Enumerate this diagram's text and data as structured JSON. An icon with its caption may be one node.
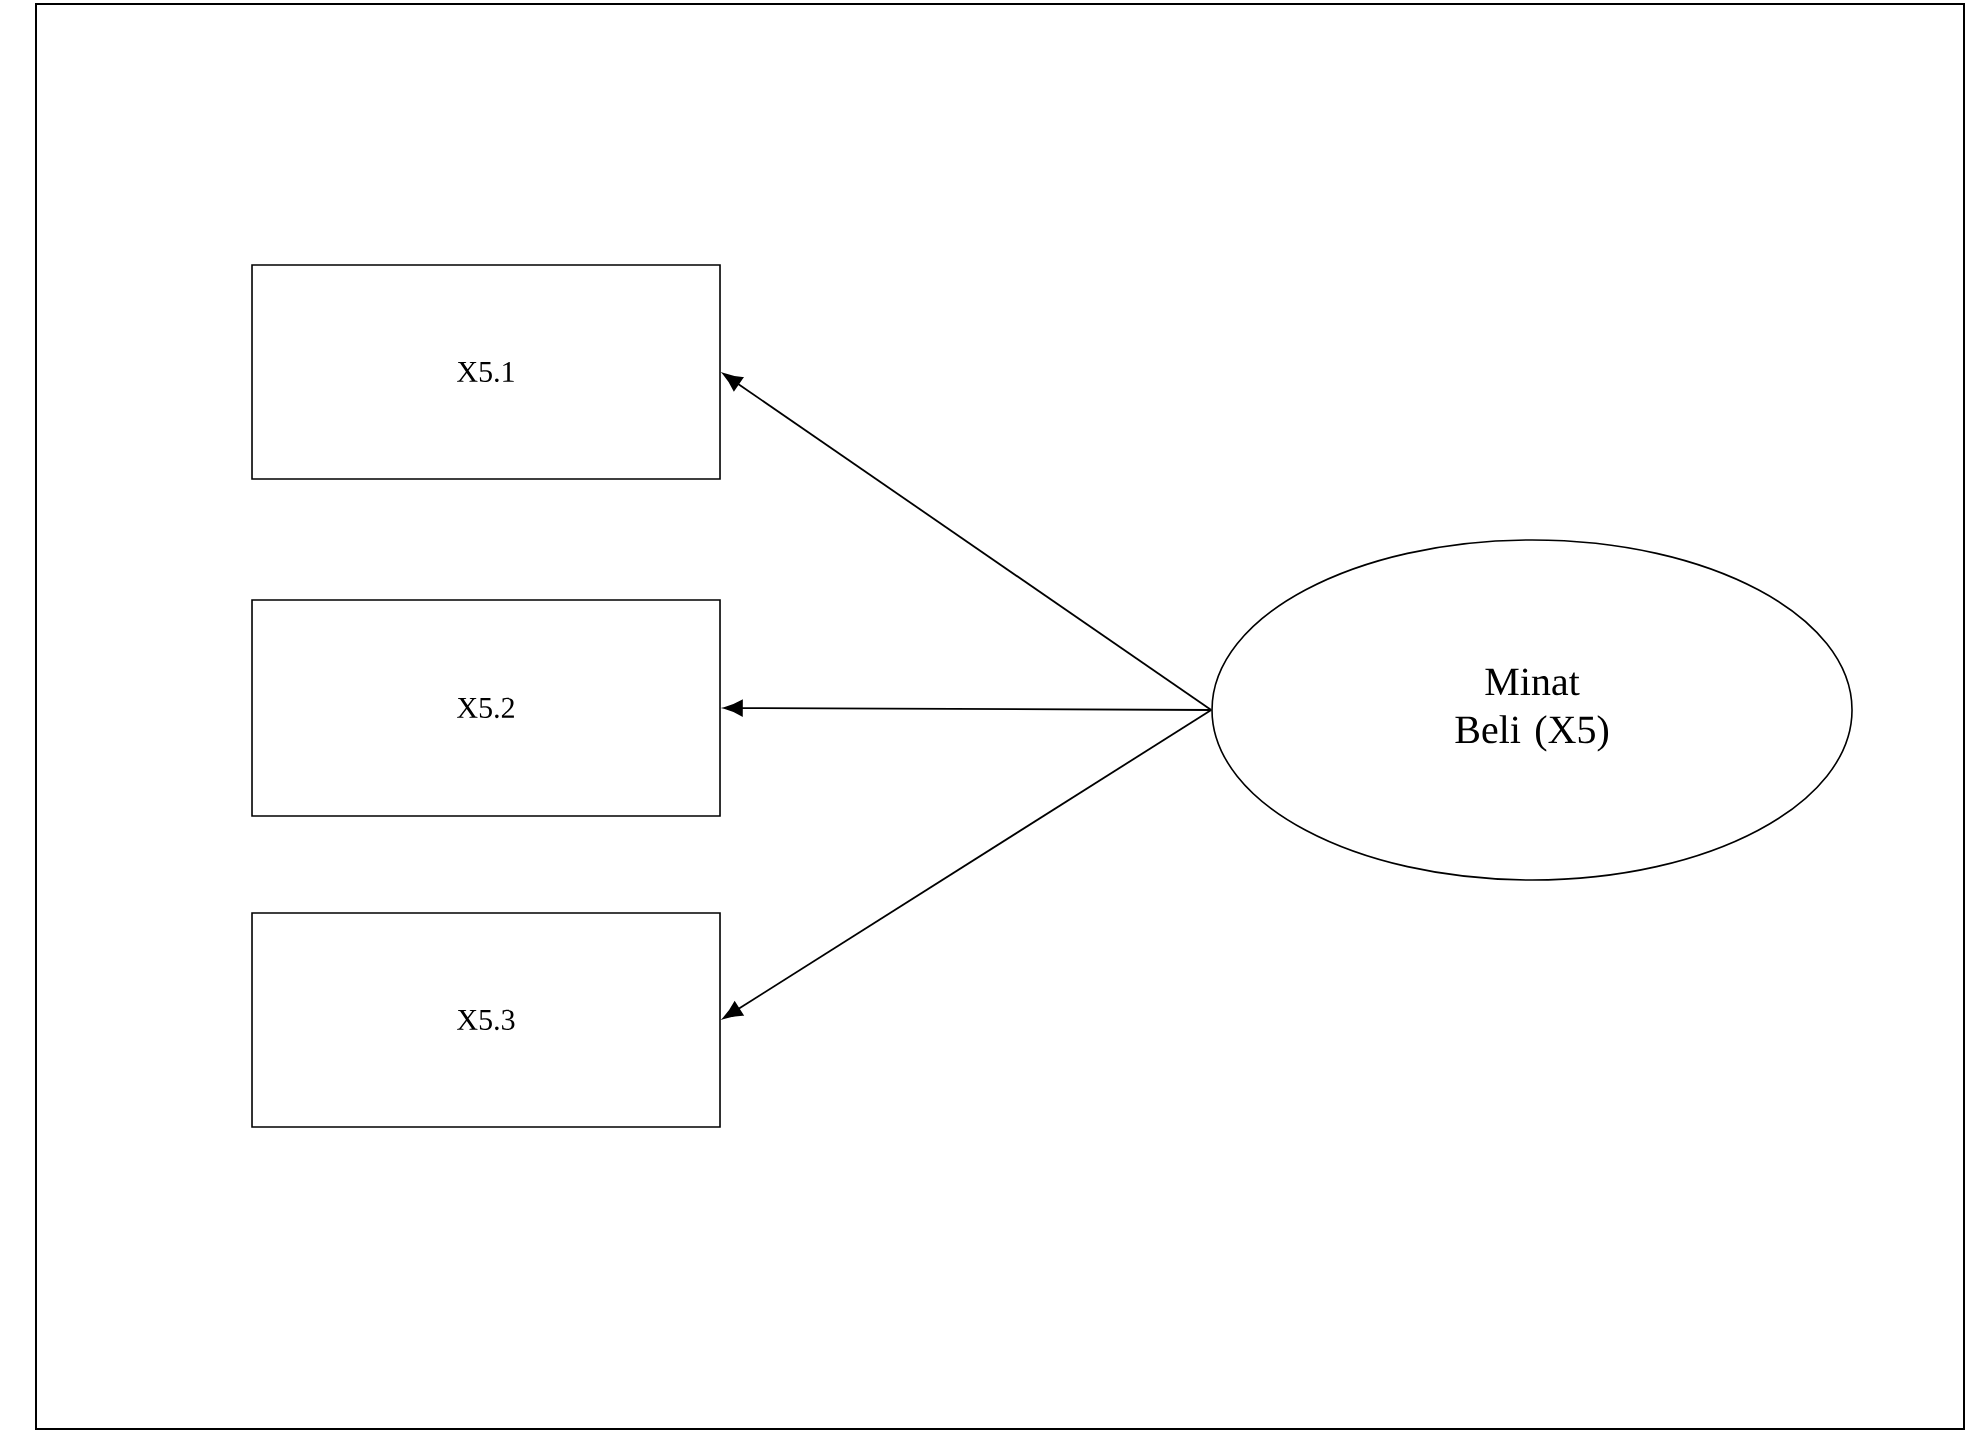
{
  "diagram": {
    "nodes": [
      {
        "text": [
          "X5.1"
        ]
      },
      {
        "text": [
          "X5.2"
        ]
      },
      {
        "text": [
          "X5.3"
        ]
      },
      {
        "text": [
          "Minat Beli (X5)"
        ]
      }
    ],
    "edges": [
      {
        "from": 3,
        "to": 0,
        "arrow": "to"
      },
      {
        "from": 3,
        "to": 1,
        "arrow": "to"
      },
      {
        "from": 3,
        "to": 2,
        "arrow": "to"
      }
    ]
  }
}
